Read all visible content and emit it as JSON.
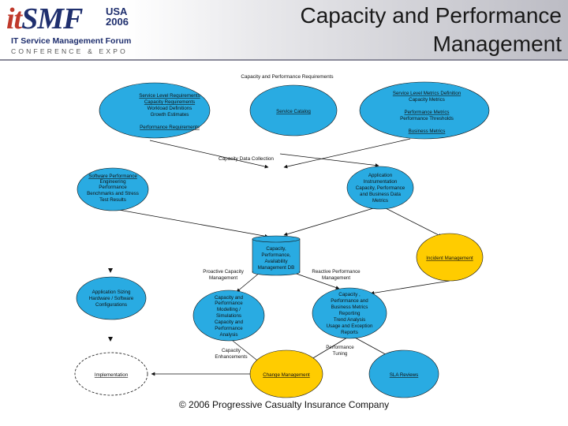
{
  "header": {
    "logo": {
      "brand_it": "it",
      "brand_smf": "SMF",
      "usa": "USA",
      "year": "2006",
      "forum": "IT Service Management Forum",
      "expo": "CONFERENCE & EXPO"
    },
    "title_line1": "Capacity and Performance",
    "title_line2": "Management"
  },
  "diagram": {
    "top_heading": "Capacity and Performance Requirements",
    "service_level_requirements": [
      "Service Level Requirements",
      "Capacity Requirements",
      "Workload Definitions",
      "Growth Estimates",
      "",
      "Performance Requirements"
    ],
    "service_catalog": [
      "Service Catalog"
    ],
    "metrics_definition": [
      "Service Level Metrics Definition",
      "Capacity Metrics",
      "",
      "Performance Metrics",
      "Performance Thresholds",
      "",
      "Business Metrics"
    ],
    "data_collection": "Capacity Data Collection",
    "software_performance": [
      "Software Performance",
      "Engineering",
      "Performance",
      "Benchmarks and Stress",
      "Test Results"
    ],
    "app_instrumentation": [
      "Application",
      "Instrumentation",
      "Capacity, Performance",
      "and Business Data",
      "Metrics"
    ],
    "database": [
      "Capacity,",
      "Performance,",
      "Availability",
      "Management DB"
    ],
    "incident_management": "Incident Management",
    "proactive": [
      "Proactive Capacity",
      "Management"
    ],
    "reactive": [
      "Reactive Performance",
      "Management"
    ],
    "app_sizing": [
      "Application Sizing",
      "Hardware / Software",
      "Configurations"
    ],
    "modelling": [
      "Capacity and",
      "Performance",
      "Modelling /",
      "Simulations",
      "Capacity and",
      "Performance",
      "Analysis"
    ],
    "reporting": [
      "Capacity ,",
      "Performance and",
      "Business Metrics",
      "Reporting",
      "Trend Analysis",
      "Usage and Exception",
      "Reports"
    ],
    "capacity_enhancements": [
      "Capacity",
      "Enhancements"
    ],
    "performance_tuning": [
      "Performance",
      "Tuning"
    ],
    "implementation": "Implementation",
    "change_management": "Change Management",
    "sla_reviews": "SLA Reviews"
  },
  "footer": "© 2006 Progressive Casualty Insurance Company",
  "colors": {
    "blue": "#29abe2",
    "yellow": "#ffcc00",
    "navy": "#1f2f6e"
  }
}
